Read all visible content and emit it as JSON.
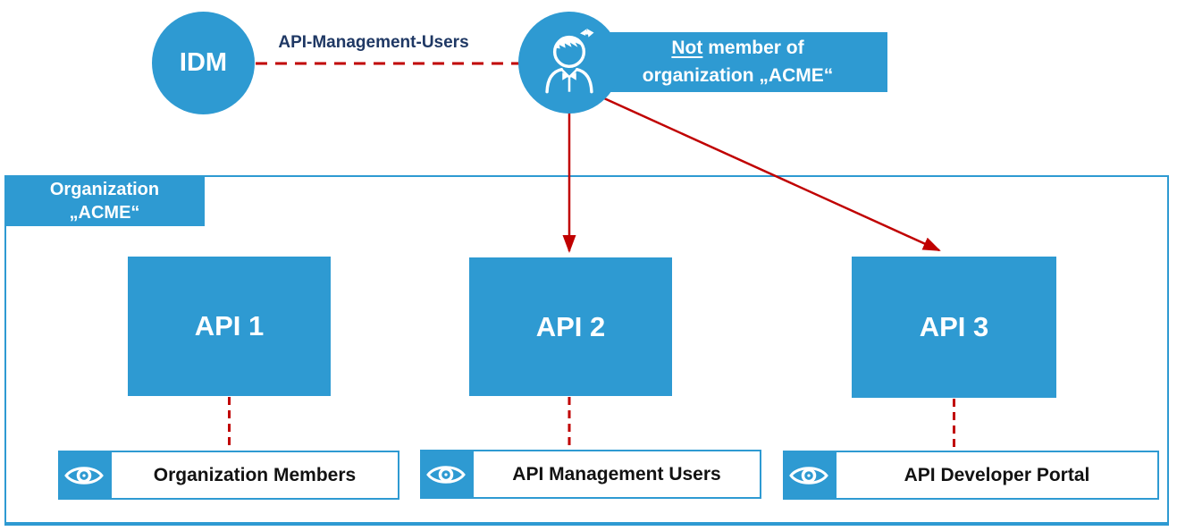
{
  "colors": {
    "accent_blue": "#2E9AD2",
    "arrow_red": "#C00000",
    "label_navy": "#1F3864",
    "label_black": "#121212"
  },
  "idm_node": {
    "label": "IDM"
  },
  "user_node": {
    "icon": "person-icon"
  },
  "idm_user_link": {
    "label": "API-Management-Users",
    "style": "dashed-red"
  },
  "callout": {
    "underlined_word": "Not",
    "line1_rest": " member of",
    "line2": "organization „ACME“"
  },
  "organization_tab": {
    "line1": "Organization",
    "line2": "„ACME“"
  },
  "apis": [
    {
      "label": "API 1"
    },
    {
      "label": "API 2"
    },
    {
      "label": "API 3"
    }
  ],
  "visibility_labels": [
    {
      "icon": "eye-icon",
      "label": "Organization Members"
    },
    {
      "icon": "eye-icon",
      "label": "API Management Users"
    },
    {
      "icon": "eye-icon",
      "label": "API Developer Portal"
    }
  ]
}
